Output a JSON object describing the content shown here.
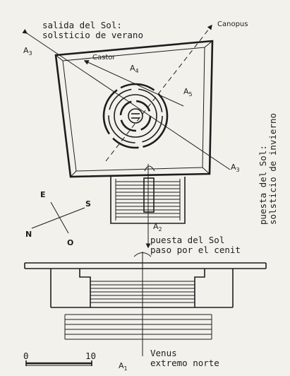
{
  "labels": {
    "sunrise_line1": "salida del Sol:",
    "sunrise_line2": "solsticio de verano",
    "canopus": "Canopus",
    "castor": "Castor",
    "a3_left": "A",
    "a3_left_sub": "3",
    "a3_right": "A",
    "a3_right_sub": "3",
    "a4": "A",
    "a4_sub": "4",
    "a5": "A",
    "a5_sub": "5",
    "a2": "A",
    "a2_sub": "2",
    "a1": "A",
    "a1_sub": "1",
    "sunset_winter_line1": "puesta del Sol:",
    "sunset_winter_line2": "solsticio de invierno",
    "sunset_zenith_line1": "puesta del Sol",
    "sunset_zenith_line2": "paso por el cenit",
    "venus_line1": "Venus",
    "venus_line2": "extremo norte",
    "compass_e": "E",
    "compass_s": "S",
    "compass_n": "N",
    "compass_o": "O",
    "scale_min": "0",
    "scale_max": "10"
  },
  "colors": {
    "ink": "#1d1d1d",
    "paper": "#f3f1ec"
  }
}
